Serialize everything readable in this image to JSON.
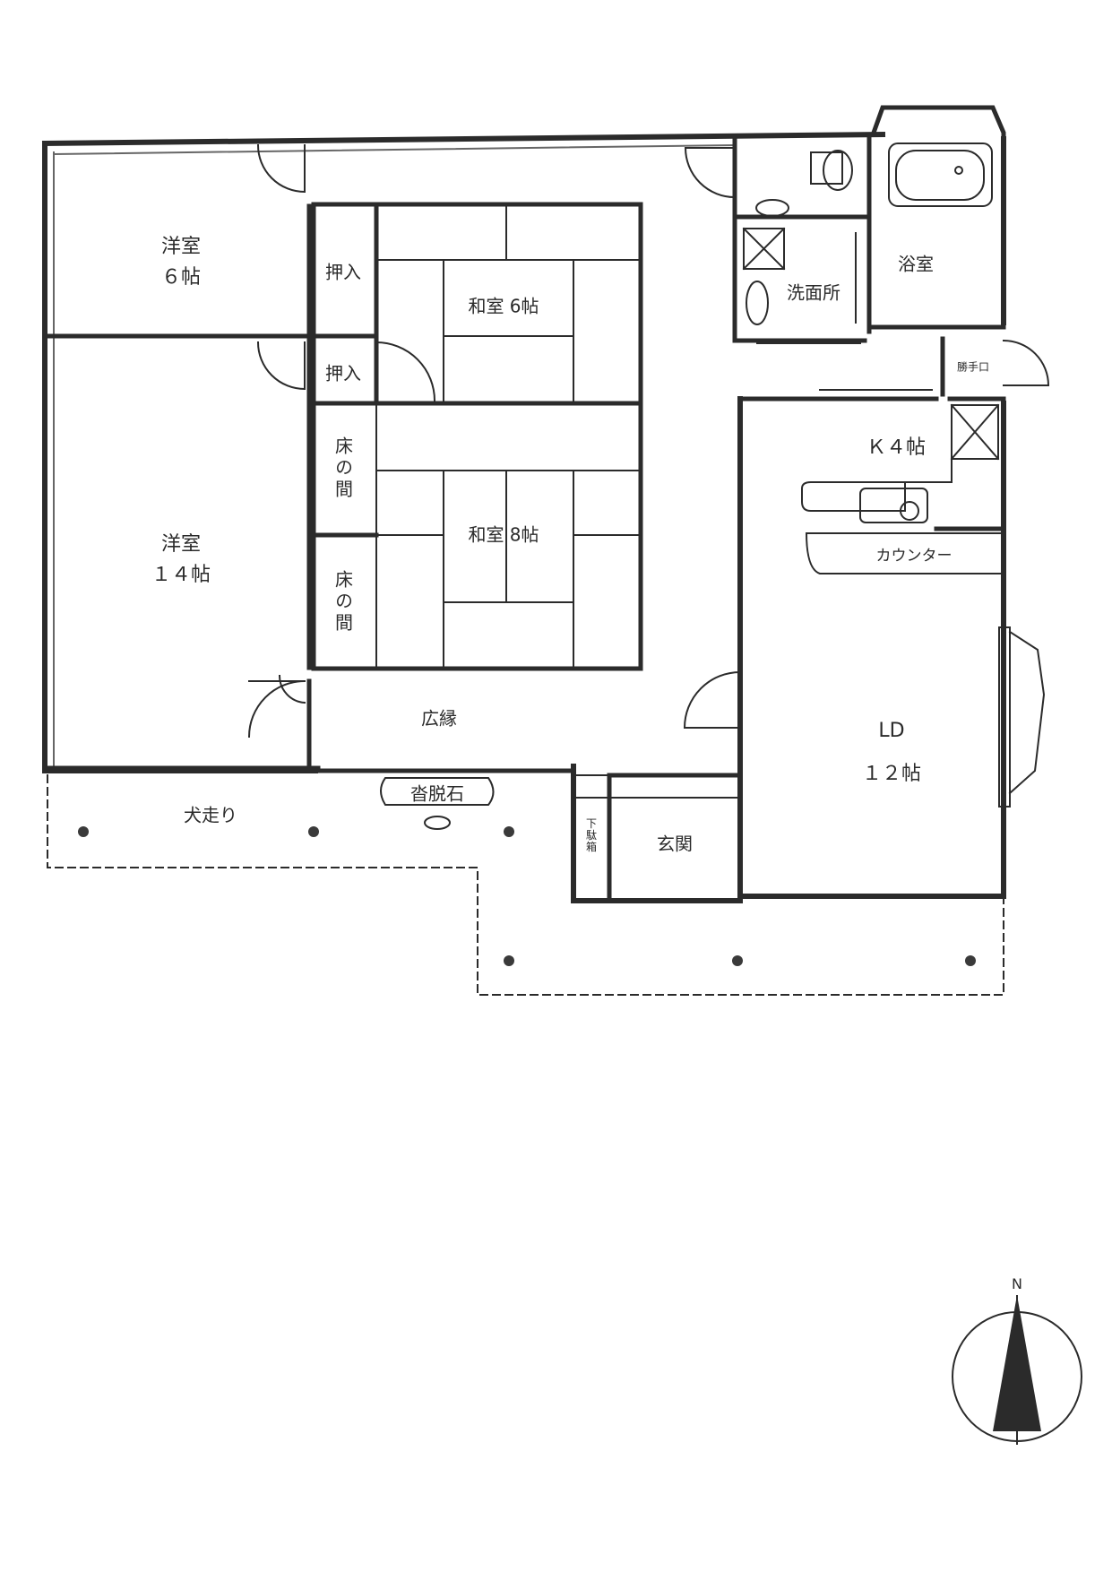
{
  "rooms": {
    "western6": {
      "name": "洋室",
      "size": "６帖"
    },
    "western14": {
      "name": "洋室",
      "size": "１４帖"
    },
    "oshiire_top": "押入",
    "oshiire_bottom": "押入",
    "washitsu6": "和室 6帖",
    "washitsu8": "和室 8帖",
    "tokonoma_top": "床の間",
    "tokonoma_bottom": "床の間",
    "hiroen": "広縁",
    "inubashiri": "犬走り",
    "kutsunugiishi": "沓脱石",
    "getabako": "下駄箱",
    "genkan": "玄関",
    "senmenjo": "洗面所",
    "yokushitsu": "浴室",
    "katteguchi": "勝手口",
    "kitchen": "Ｋ４帖",
    "counter": "カウンター",
    "ld": {
      "name": "LD",
      "size": "１２帖"
    }
  },
  "compass": {
    "north": "N"
  },
  "colors": {
    "wall": "#2b2b2b",
    "line": "#555555",
    "paper": "#ffffff"
  }
}
